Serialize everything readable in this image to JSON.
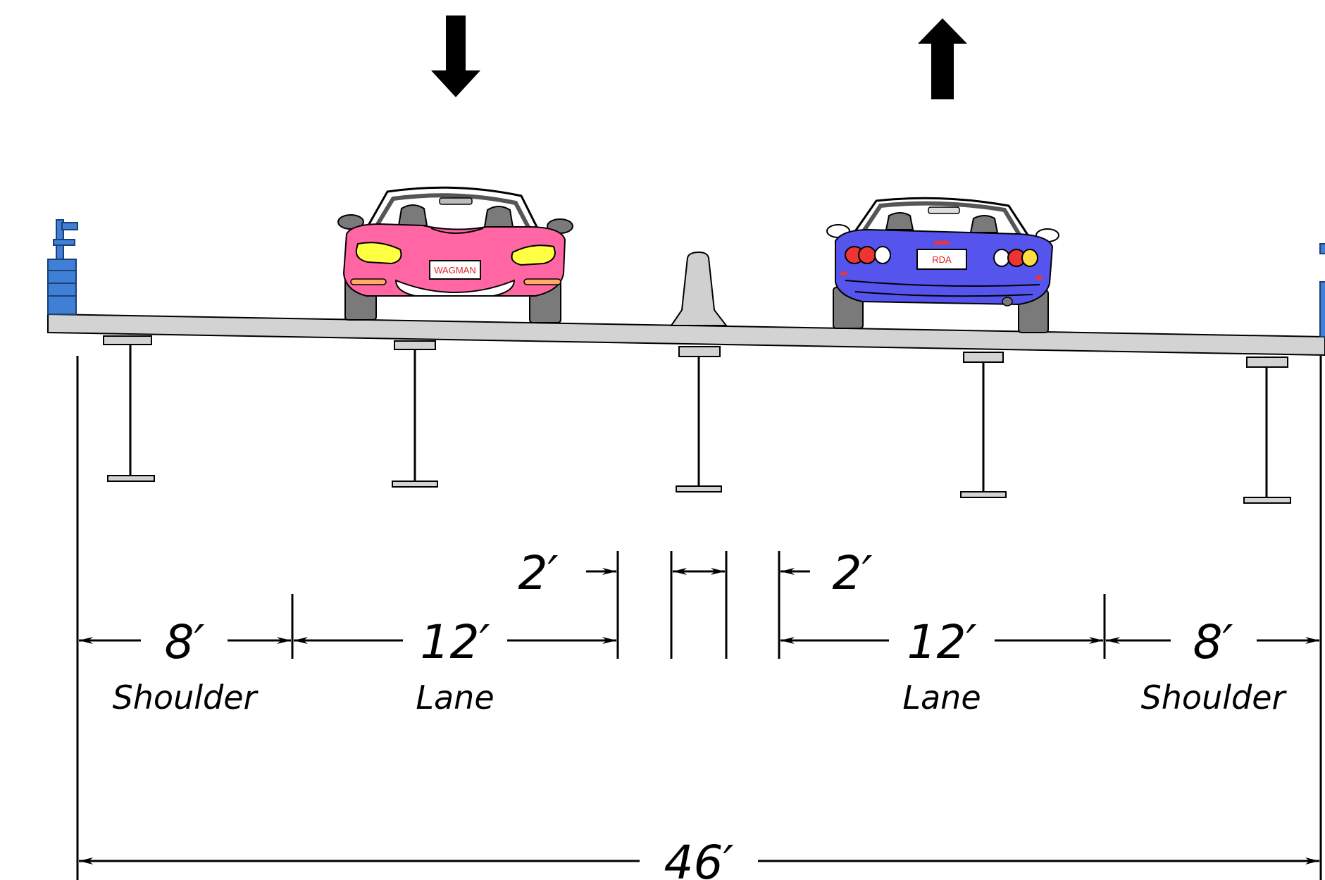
{
  "direction_arrows": [
    {
      "name": "southbound",
      "direction": "down"
    },
    {
      "name": "northbound",
      "direction": "up"
    }
  ],
  "vehicles": [
    {
      "name": "pink-convertible",
      "view": "front",
      "body_color": "#ff66a3",
      "plate": "WAGMAN"
    },
    {
      "name": "blue-convertible",
      "view": "rear",
      "body_color": "#5555ee",
      "plate": "RDA"
    }
  ],
  "dimensions": {
    "left_shoulder": {
      "value": "8′",
      "label": "Shoulder"
    },
    "left_lane": {
      "value": "12′",
      "label": "Lane"
    },
    "left_offset": {
      "value": "2′"
    },
    "right_offset": {
      "value": "2′"
    },
    "right_lane": {
      "value": "12′",
      "label": "Lane"
    },
    "right_shoulder": {
      "value": "8′",
      "label": "Shoulder"
    },
    "total_width": {
      "value": "46′"
    }
  },
  "colors": {
    "deck": "#d3d3d3",
    "barrier": "#d0d0d0",
    "railing": "#3f7fd6",
    "tire": "#7a7a7a",
    "headlight": "#ffff44",
    "taillight": "#ee3333",
    "line": "#000000"
  }
}
